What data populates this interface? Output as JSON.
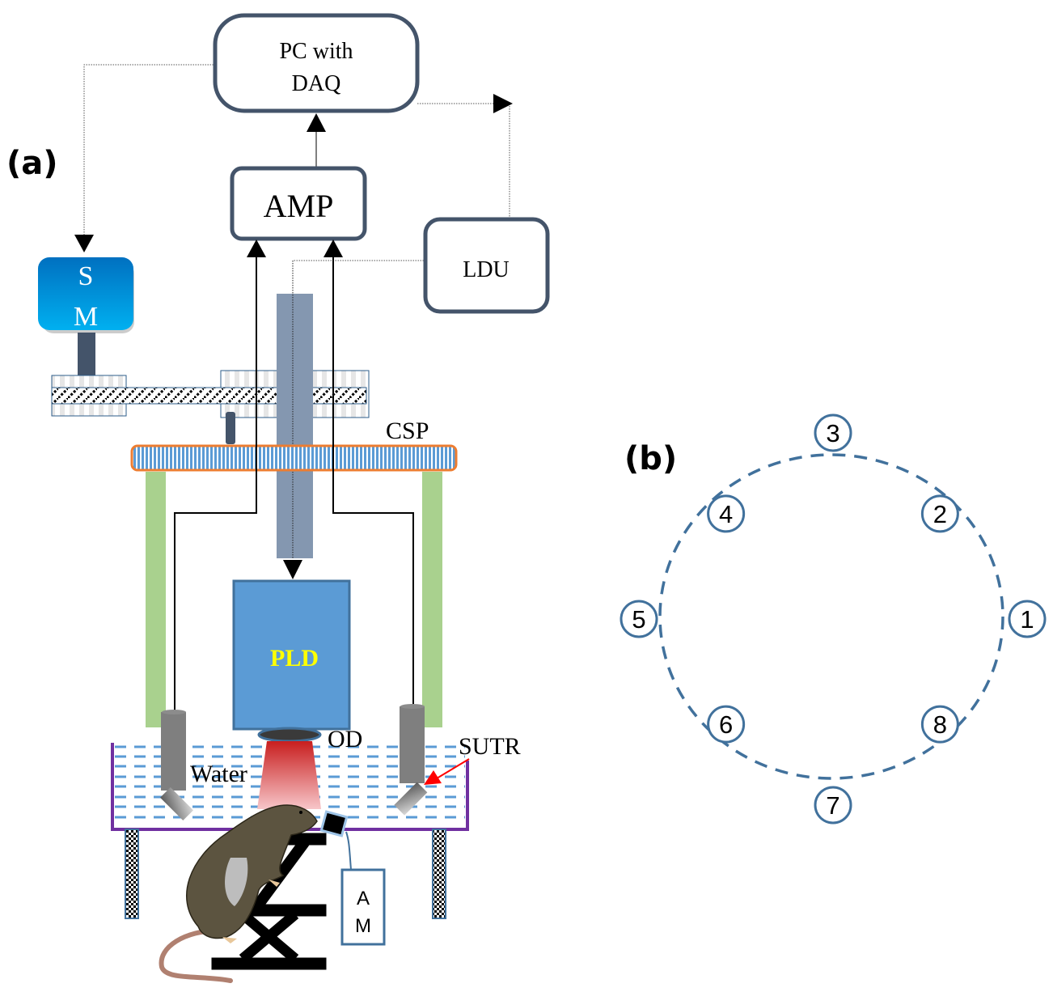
{
  "panel_a": {
    "label": "(a)",
    "blocks": {
      "pc": {
        "line1": "PC  with",
        "line2": "DAQ"
      },
      "amp": "AMP",
      "ldu": "LDU",
      "sm": {
        "line1": "S",
        "line2": "M"
      },
      "pld": "PLD",
      "am": {
        "line1": "A",
        "line2": "M"
      }
    },
    "labels": {
      "csp": "CSP",
      "od": "OD",
      "water": "Water",
      "sutr": "SUTR"
    },
    "colors": {
      "box_border": "#44546a",
      "sm_top": "#0070c0",
      "sm_bottom": "#00b0f0",
      "pld_fill": "#5b9bd5",
      "pld_text": "#ffff00",
      "csp_border": "#ed7d31",
      "csp_stripe": "#5b9bd5",
      "support": "#a9d18e",
      "tank_border": "#7030a0",
      "water_dash": "#5b9bd5",
      "shaft": "#8497b0",
      "transducer": "#7f7f7f",
      "laser": "#d62728",
      "sutr_arrow": "#ff0000"
    }
  },
  "panel_b": {
    "label": "(b)",
    "positions": [
      "1",
      "2",
      "3",
      "4",
      "5",
      "6",
      "7",
      "8"
    ],
    "colors": {
      "circle": "#41719c",
      "dash": "#41719c"
    }
  }
}
